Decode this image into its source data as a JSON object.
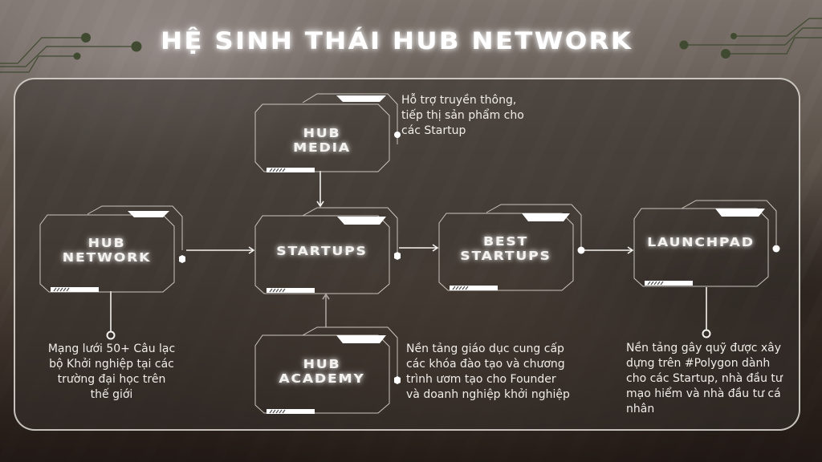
{
  "title": "HỆ SINH THÁI HUB NETWORK",
  "colors": {
    "frame_stroke": "#c9c4bd",
    "text": "#f4f2ef",
    "circuit": "#3f4a30",
    "panel_border": "#e1dcd7"
  },
  "nodes": [
    {
      "id": "hub-media",
      "label": "HUB\nMEDIA"
    },
    {
      "id": "hub-network",
      "label": "HUB\nNETWORK"
    },
    {
      "id": "startups",
      "label": "STARTUPS"
    },
    {
      "id": "best-startups",
      "label": "BEST\nSTARTUPS"
    },
    {
      "id": "launchpad",
      "label": "LAUNCHPAD"
    },
    {
      "id": "hub-academy",
      "label": "HUB\nACADEMY"
    }
  ],
  "descriptions": {
    "hub_media": "Hỗ trợ truyền thông, tiếp thị sản phẩm cho các Startup",
    "hub_network": "Mạng lưới 50+ Câu lạc bộ Khởi nghiệp tại các trường đại học trên thế giới",
    "hub_academy": "Nền tảng giáo dục cung cấp các khóa đào tạo và chương trình ươm tạo cho Founder và doanh nghiệp khởi nghiệp",
    "launchpad": "Nền tảng gây quỹ được xây dựng trên #Polygon dành cho các Startup, nhà đầu tư mạo hiểm và nhà đầu tư cá nhân"
  },
  "edges": [
    {
      "from": "hub-media",
      "to": "startups"
    },
    {
      "from": "hub-academy",
      "to": "startups"
    },
    {
      "from": "hub-network",
      "to": "startups"
    },
    {
      "from": "startups",
      "to": "best-startups"
    },
    {
      "from": "best-startups",
      "to": "launchpad"
    }
  ]
}
